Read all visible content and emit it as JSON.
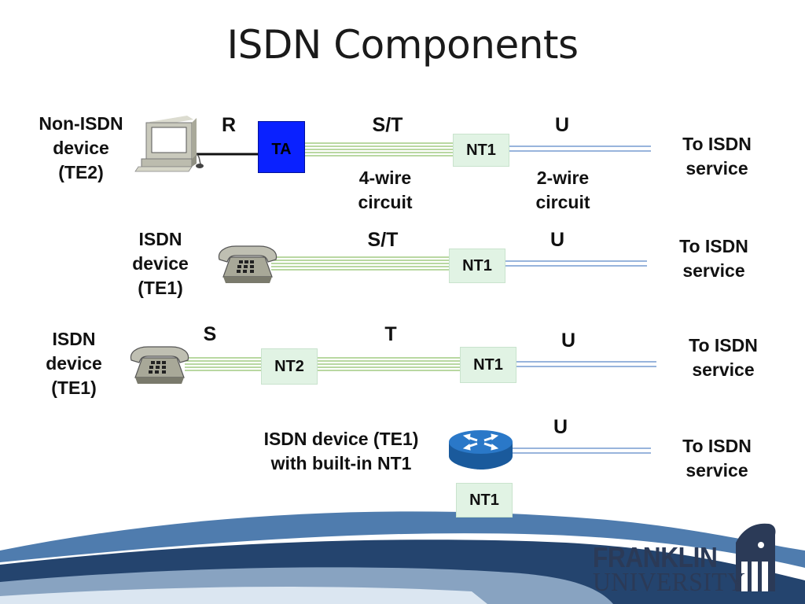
{
  "title": "ISDN Components",
  "rows": [
    {
      "device_label": [
        "Non-ISDN",
        "device",
        "(TE2)"
      ],
      "ref_points": [
        "R",
        "S/T",
        "U"
      ],
      "ta_label": "TA",
      "nt1_label": "NT1",
      "circuits": [
        [
          "4-wire",
          "circuit"
        ],
        [
          "2-wire",
          "circuit"
        ]
      ],
      "service_label": [
        "To ISDN",
        "service"
      ]
    },
    {
      "device_label": [
        "ISDN",
        "device",
        "(TE1)"
      ],
      "ref_points": [
        "S/T",
        "U"
      ],
      "nt1_label": "NT1",
      "service_label": [
        "To ISDN",
        "service"
      ]
    },
    {
      "device_label": [
        "ISDN",
        "device",
        "(TE1)"
      ],
      "ref_points": [
        "S",
        "T",
        "U"
      ],
      "nt2_label": "NT2",
      "nt1_label": "NT1",
      "service_label": [
        "To ISDN",
        "service"
      ]
    },
    {
      "device_label": [
        "ISDN device (TE1)",
        "with built-in NT1"
      ],
      "ref_points": [
        "U"
      ],
      "nt1_label": "NT1",
      "service_label": [
        "To ISDN",
        "service"
      ]
    }
  ],
  "logo": {
    "line1": "FRANKLIN",
    "line2": "UNIVERSITY"
  },
  "colors": {
    "four_wire": "#8fc06a",
    "two_wire": "#5b86c8",
    "ta_box": "#0a21ff",
    "nt_box": "#e1f3e4",
    "swoosh_dark": "#24446e",
    "swoosh_mid": "#4f7cae",
    "swoosh_light": "#a9c3dd"
  },
  "icons": [
    "computer-icon",
    "telephone-icon",
    "telephone-icon",
    "router-icon",
    "franklin-crest-icon"
  ]
}
